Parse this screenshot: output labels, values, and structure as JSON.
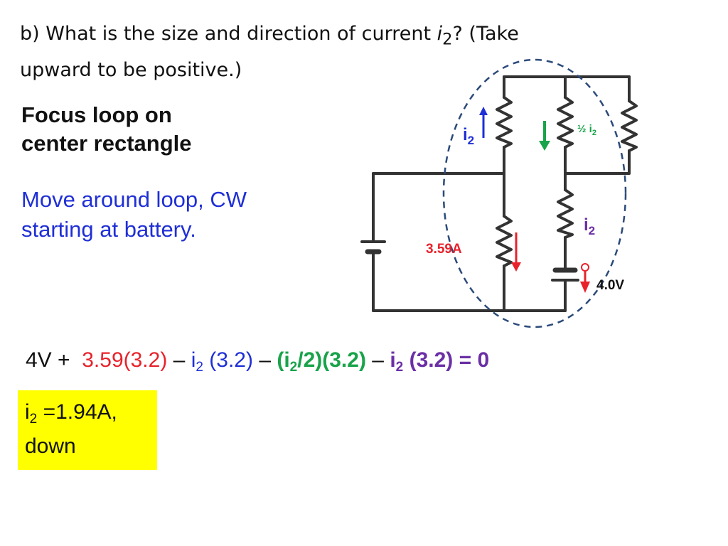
{
  "question": {
    "part": "b) What is the size and direction of current",
    "var": "i",
    "sub": "2",
    "rest": "? (Take",
    "line2": "upward to be positive.)"
  },
  "focus": {
    "line1": "Focus loop on",
    "line2": "center rectangle"
  },
  "move": {
    "line1": "Move around loop, CW",
    "line2": "starting at battery."
  },
  "equation": {
    "t1": "4V +",
    "t2": "3.59(3.2)",
    "t3": "–",
    "t4": "i",
    "t4sub": "2",
    "t5": "(3.2)",
    "t6": "–",
    "t7": "(i",
    "t7sub": "2",
    "t8": "/2)(3.2)",
    "t9": "–",
    "t10": "i",
    "t10sub": "2",
    "t11": "(3.2) = 0"
  },
  "answer": {
    "var": "i",
    "sub": "2",
    "line1": "=1.94A,",
    "line2": "down"
  },
  "diagram": {
    "label_i2_left": "i",
    "label_i2_left_sub": "2",
    "label_half": "½ i",
    "label_half_sub": "2",
    "label_i2_right": "i",
    "label_i2_right_sub": "2",
    "label_current": "3.59A",
    "label_voltage": "4.0V"
  },
  "colors": {
    "red": "#e8222b",
    "blue": "#1f2fd6",
    "green": "#19a34a",
    "purple": "#6b2fa6",
    "highlight": "#ffff00",
    "loop": "#2b4a7a"
  }
}
